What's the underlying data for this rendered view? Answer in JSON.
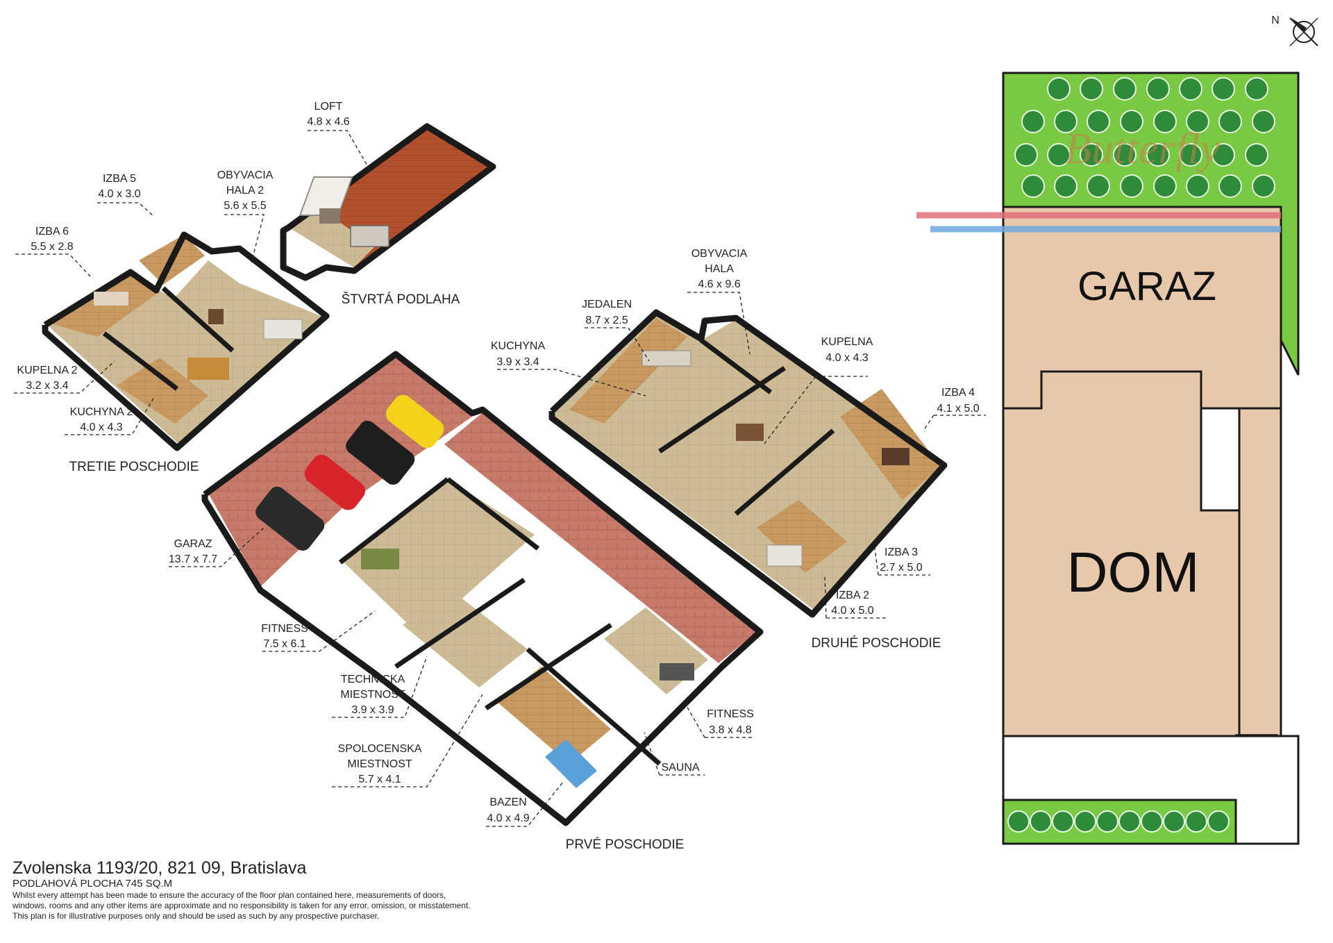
{
  "compass": {
    "north": "N"
  },
  "floors": {
    "stvrta": "ŠTVRTÁ PODLAHA",
    "tretie": "TRETIE POSCHODIE",
    "druhe": "DRUHÉ POSCHODIE",
    "prve": "PRVÉ POSCHODIE"
  },
  "rooms": {
    "loft": {
      "name": "LOFT",
      "size": "4.8 x 4.6"
    },
    "izba5": {
      "name": "IZBA 5",
      "size": "4.0 x 3.0"
    },
    "obyvacia2": {
      "name1": "OBYVACIA",
      "name2": "HALA 2",
      "size": "5.6 x 5.5"
    },
    "izba6": {
      "name": "IZBA 6",
      "size": "5.5 x 2.8"
    },
    "kupelna2": {
      "name": "KUPELNA 2",
      "size": "3.2 x 3.4"
    },
    "kuchyna2": {
      "name": "KUCHYNA 2",
      "size": "4.0 x 4.3"
    },
    "obyvacia": {
      "name1": "OBYVACIA",
      "name2": "HALA",
      "size": "4.6 x 9.6"
    },
    "jedalen": {
      "name": "JEDALEN",
      "size": "8.7 x 2.5"
    },
    "kuchyna": {
      "name": "KUCHYNA",
      "size": "3.9 x 3.4"
    },
    "kupelna": {
      "name": "KUPELNA",
      "size": "4.0 x 4.3"
    },
    "izba4": {
      "name": "IZBA 4",
      "size": "4.1 x 5.0"
    },
    "izba3": {
      "name": "IZBA 3",
      "size": "2.7 x 5.0"
    },
    "izba2": {
      "name": "IZBA 2",
      "size": "4.0 x 5.0"
    },
    "garaz": {
      "name": "GARAZ",
      "size": "13.7 x 7.7"
    },
    "fitness": {
      "name": "FITNESS",
      "size": "7.5 x 6.1"
    },
    "technicka": {
      "name1": "TECHNICKA",
      "name2": "MIESTNOST",
      "size": "3.9 x 3.9"
    },
    "spolocenska": {
      "name1": "SPOLOCENSKA",
      "name2": "MIESTNOST",
      "size": "5.7 x 4.1"
    },
    "bazen": {
      "name": "BAZEN",
      "size": "4.0 x 4.9"
    },
    "sauna": {
      "name": "SAUNA"
    },
    "fitness2": {
      "name": "FITNESS",
      "size": "3.8 x 4.8"
    }
  },
  "siteplan": {
    "garaz": "GARAZ",
    "dom": "DOM",
    "watermark": "Butterfly"
  },
  "footer": {
    "address": "Zvolenska 1193/20, 821 09, Bratislava",
    "area": "PODLAHOVÁ PLOCHA 745 SQ.M",
    "disclaimer1": "Whilst every attempt has been made to ensure the accuracy of the floor plan contained here, measurements of doors,",
    "disclaimer2": "windows, rooms and any other items are approximate and no responsibility is taken for any error, omission, or misstatement.",
    "disclaimer3": "This plan is for illustrative purposes only and should be used as such by any prospective purchaser."
  },
  "colors": {
    "wall": "#1a1a1a",
    "floor_wood": "#c89a62",
    "floor_tile": "#cdbb95",
    "floor_brick": "#c87a6a",
    "pool": "#5aa0d8",
    "lawn": "#7ac943",
    "tree": "#2e8b3a",
    "lot": "#e8c8ab",
    "line_red": "#e0707a",
    "line_blue": "#6fa8dc"
  }
}
